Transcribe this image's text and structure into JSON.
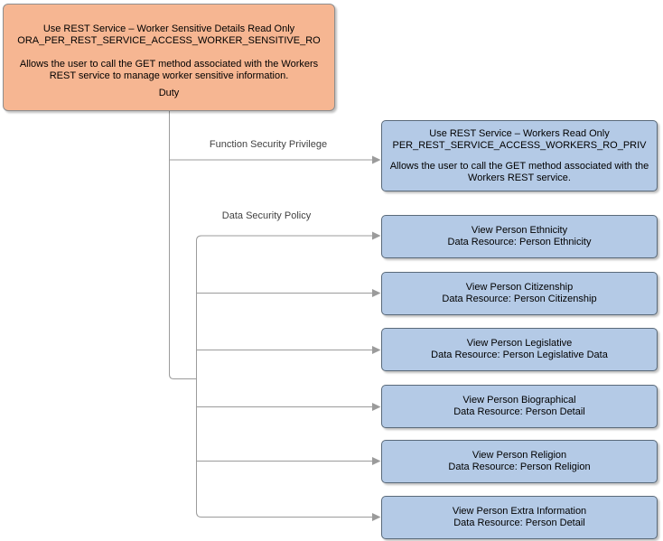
{
  "diagram": {
    "duty_box": {
      "title": "Use REST Service – Worker Sensitive Details Read Only",
      "code": "ORA_PER_REST_SERVICE_ACCESS_WORKER_SENSITIVE_RO",
      "description": "Allows the user to call the GET method associated with the Workers REST service to manage worker sensitive information.",
      "type_label": "Duty"
    },
    "edge_labels": {
      "function_security_privilege": "Function Security Privilege",
      "data_security_policy": "Data Security Policy"
    },
    "privilege_box": {
      "title": "Use REST Service – Workers Read Only",
      "code": "PER_REST_SERVICE_ACCESS_WORKERS_RO_PRIV",
      "description": "Allows the user to call the GET method associated with the Workers REST service."
    },
    "policy_boxes": [
      {
        "title": "View Person Ethnicity",
        "resource": "Data Resource: Person Ethnicity"
      },
      {
        "title": "View Person Citizenship",
        "resource": "Data Resource: Person Citizenship"
      },
      {
        "title": "View Person Legislative",
        "resource": "Data Resource: Person Legislative Data"
      },
      {
        "title": "View Person Biographical",
        "resource": "Data Resource: Person Detail"
      },
      {
        "title": "View Person Religion",
        "resource": "Data Resource: Person Religion"
      },
      {
        "title": "View Person Extra Information",
        "resource": "Data Resource: Person Detail"
      }
    ],
    "colors": {
      "duty_fill": "#F6B692",
      "duty_border": "#8E8E8E",
      "privilege_fill": "#B4CAE6",
      "privilege_border": "#5A6A7A",
      "connector": "#9B9B9B"
    }
  }
}
